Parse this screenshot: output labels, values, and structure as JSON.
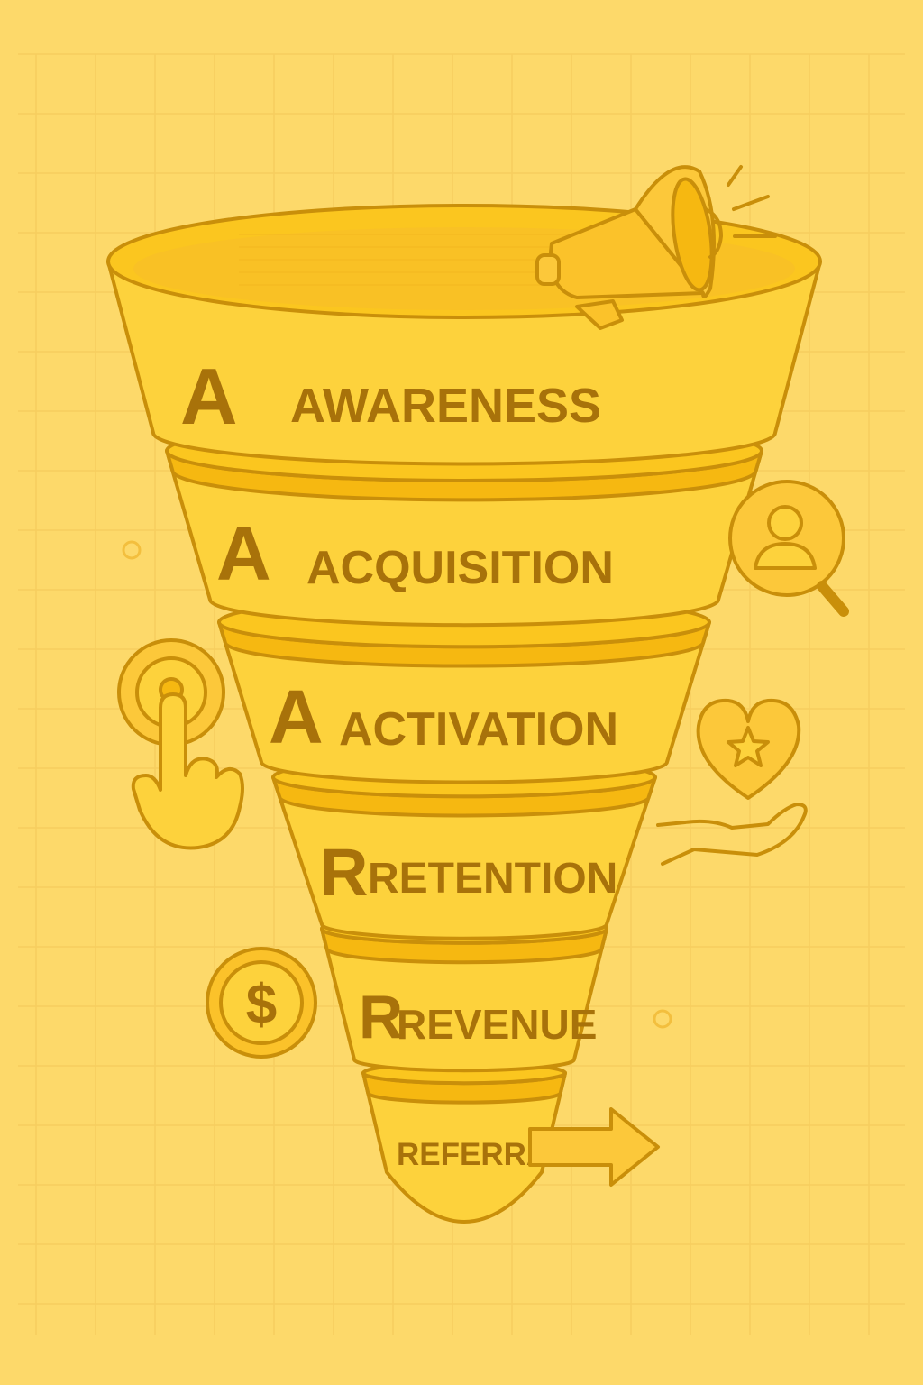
{
  "colors": {
    "background": "#fdd96a",
    "funnel_fill": "#fdd23c",
    "funnel_band": "#f6b811",
    "funnel_rim": "#fbc61f",
    "outline": "#c98f0a",
    "text": "#a8720a",
    "grid": "#f5c95a"
  },
  "funnel": {
    "stages": [
      {
        "letter": "A",
        "label": "AWARENESS"
      },
      {
        "letter": "A",
        "label": "ACQUISITION"
      },
      {
        "letter": "A",
        "label": "ACTIVATION"
      },
      {
        "letter": "R",
        "label": "RETENTION"
      },
      {
        "letter": "R",
        "label": "REVENUE"
      },
      {
        "letter": "",
        "label": "REFERRAL"
      }
    ]
  },
  "icons": {
    "megaphone": "megaphone-icon",
    "user_search": "user-search-icon",
    "tap": "tap-hand-icon",
    "heart_star": "heart-star-icon",
    "dollar": "dollar-coin-icon",
    "dollar_symbol": "$",
    "arrow": "arrow-right-icon"
  }
}
